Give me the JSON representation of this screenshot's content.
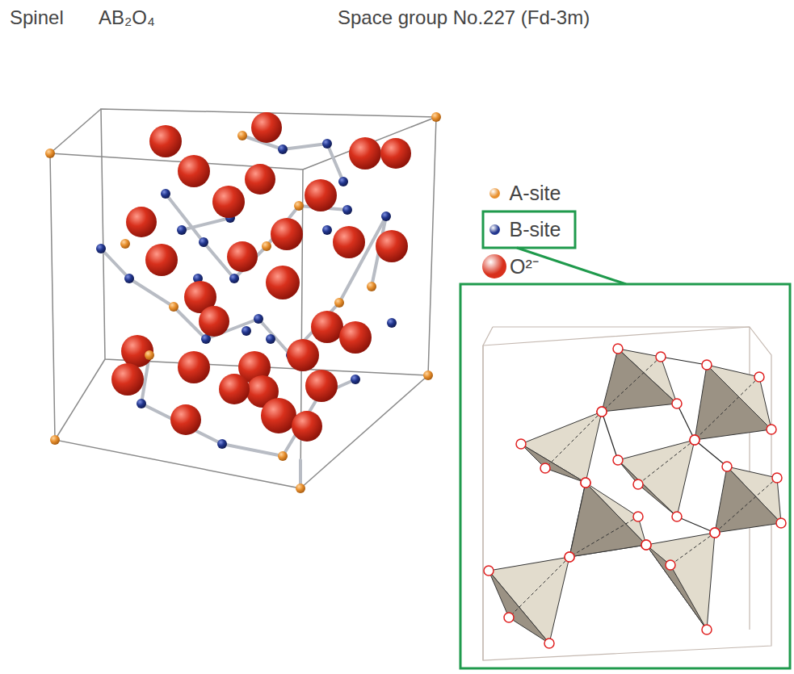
{
  "diagram": {
    "labels": [
      "Spinel",
      "AB₂O₄",
      "Space group No.227 (Fd-3m)"
    ],
    "legend": [
      {
        "text": "A-site",
        "color": "#e8902e"
      },
      {
        "text": "B-site",
        "color": "#22368e"
      },
      {
        "text": "O²⁻",
        "color": "#d8301c"
      }
    ]
  }
}
